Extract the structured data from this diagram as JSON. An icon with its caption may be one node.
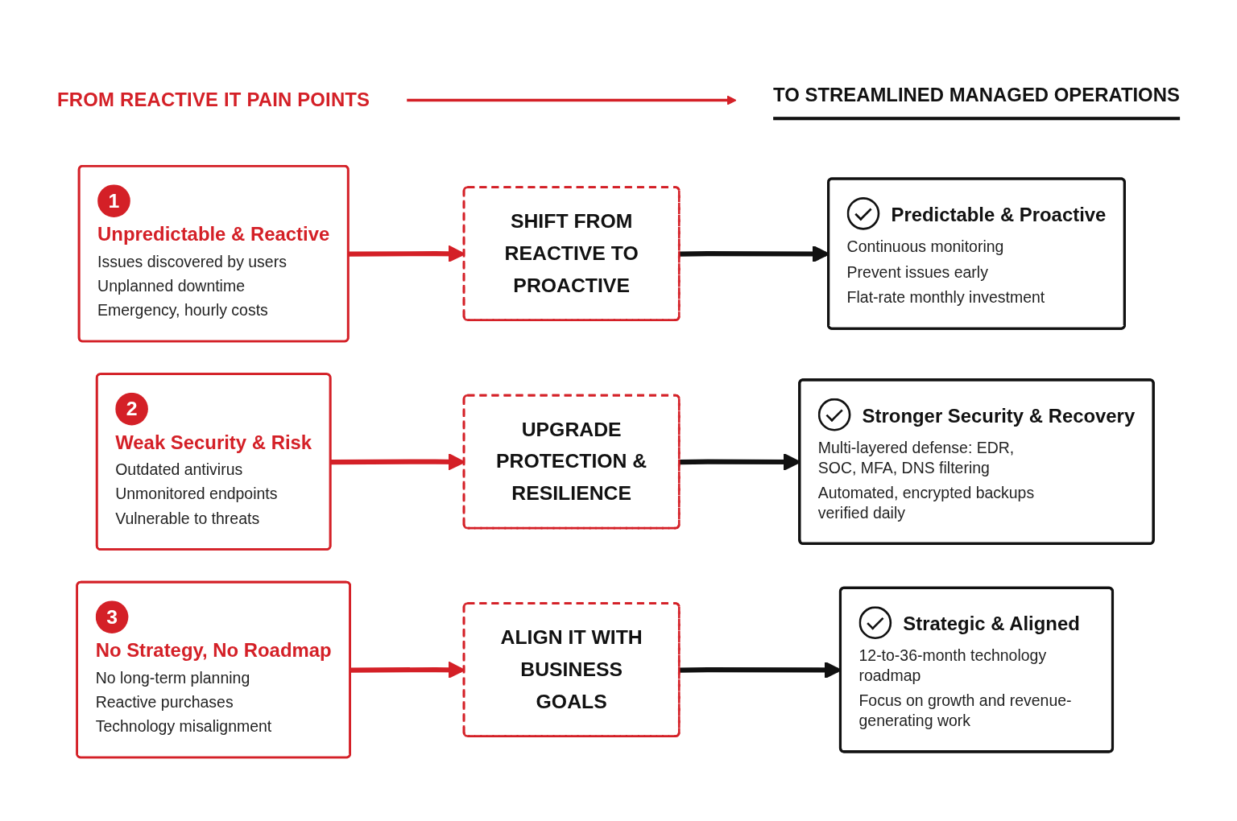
{
  "diagram": {
    "nodes": [
      {
        "text": [
          "FROM REACTIVE IT PAIN POINTS"
        ]
      },
      {
        "text": [
          "TO STREAMLINED MANAGED OPERATIONS"
        ]
      },
      {
        "text": [
          "1",
          "Unpredictable & Reactive",
          "Issues discovered by users",
          "Unplanned downtime",
          "Emergency, hourly costs"
        ]
      },
      {
        "text": [
          "SHIFT FROM REACTIVE TO PROACTIVE"
        ]
      },
      {
        "text": [
          "Predictable & Proactive",
          "Continuous monitoring",
          "Prevent issues early",
          "Flat-rate monthly investment"
        ]
      },
      {
        "text": [
          "2",
          "Weak Security & Risk",
          "Outdated antivirus",
          "Unmonitored endpoints",
          "Vulnerable to threats"
        ]
      },
      {
        "text": [
          "UPGRADE PROTECTION & RESILIENCE"
        ]
      },
      {
        "text": [
          "Stronger Security & Recovery",
          "Multi-layered defense: EDR, SOC, MFA, DNS filtering",
          "Automated, encrypted backups verified daily"
        ]
      },
      {
        "text": [
          "3",
          "No Strategy, No Roadmap",
          "No long-term planning",
          "Reactive purchases",
          "Technology misalignment"
        ]
      },
      {
        "text": [
          "ALIGN IT WITH BUSINESS GOALS"
        ]
      },
      {
        "text": [
          "Strategic & Aligned",
          "12-to-36-month technology roadmap",
          "Focus on growth and revenue-generating work"
        ]
      }
    ],
    "edges": [
      {
        "from": 0,
        "to": 1,
        "arrow": "to"
      },
      {
        "from": 2,
        "to": 3,
        "arrow": "to"
      },
      {
        "from": 3,
        "to": 4,
        "arrow": "to",
        "color": "#111111"
      },
      {
        "from": 5,
        "to": 6,
        "arrow": "to"
      },
      {
        "from": 6,
        "to": 7,
        "arrow": "to",
        "color": "#111111"
      },
      {
        "from": 8,
        "to": 9,
        "arrow": "to"
      },
      {
        "from": 9,
        "to": 10,
        "arrow": "to",
        "color": "#111111"
      }
    ]
  }
}
